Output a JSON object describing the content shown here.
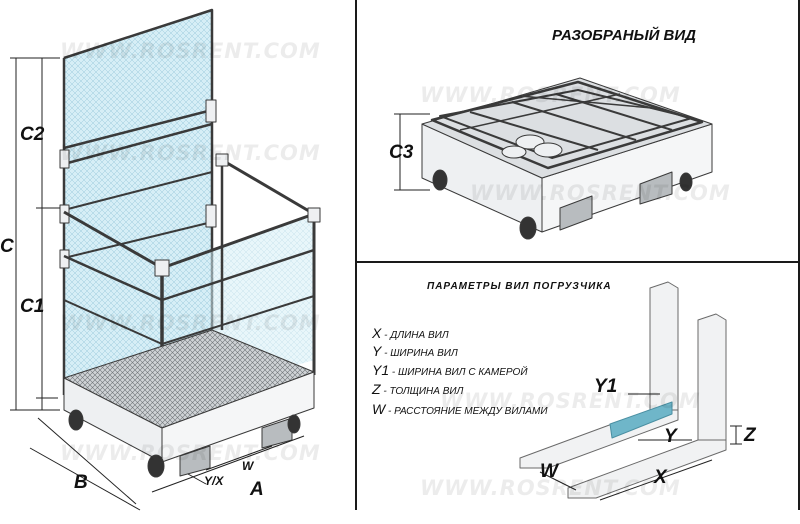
{
  "watermark": "WWW.ROSRENT.COM",
  "colors": {
    "mesh": "#d6eef6",
    "steel": "#eef0f2",
    "outline": "#3a3a3a",
    "highlight": "#6fb6c9",
    "frame": "#1a1a1a"
  },
  "left_panel": {
    "labels": {
      "c": "C",
      "c1": "C1",
      "c2": "C2",
      "b": "B",
      "a": "A",
      "w": "W",
      "yx": "Y/X"
    }
  },
  "top_right": {
    "title": "РАЗОБРАНЫЙ ВИД",
    "c3": "C3"
  },
  "bottom_right": {
    "title": "ПАРАМЕТРЫ ВИЛ ПОГРУЗЧИКА",
    "legend": [
      {
        "key": "X",
        "text": " - ДЛИНА ВИЛ"
      },
      {
        "key": "Y",
        "text": " - ШИРИНА ВИЛ"
      },
      {
        "key": "Y1",
        "text": " - ШИРИНА ВИЛ С КАМЕРОЙ"
      },
      {
        "key": "Z",
        "text": " - ТОЛЩИНА ВИЛ"
      },
      {
        "key": "W",
        "text": " - РАССТОЯНИЕ МЕЖДУ ВИЛАМИ"
      }
    ],
    "labels": {
      "y1": "Y1",
      "y": "Y",
      "z": "Z",
      "w": "W",
      "x": "X"
    }
  }
}
